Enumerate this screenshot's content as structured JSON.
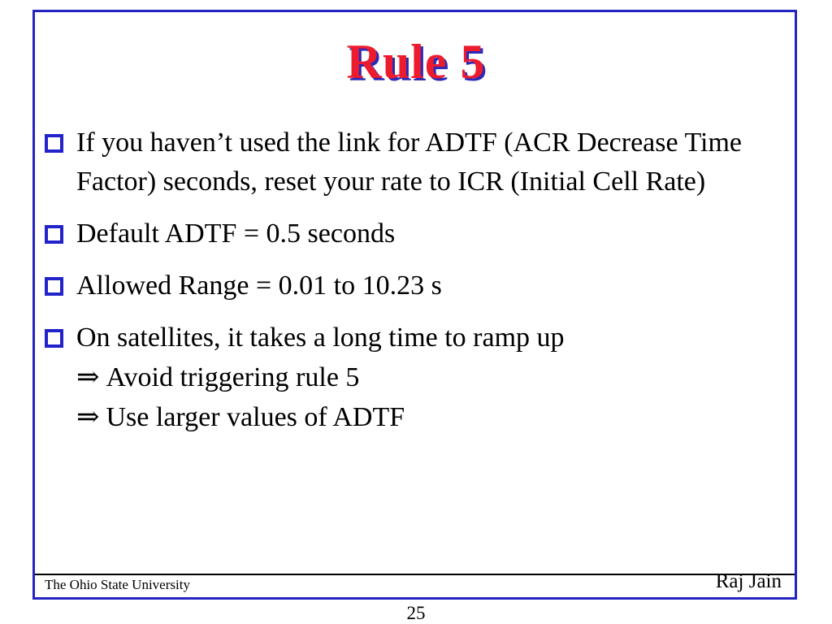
{
  "slide": {
    "title": "Rule 5",
    "arrow": "⇒",
    "bullets": [
      {
        "text": "If you haven’t used the link for ADTF (ACR Decrease Time Factor) seconds, reset your rate to ICR (Initial Cell Rate)",
        "sub": []
      },
      {
        "text": "Default ADTF = 0.5 seconds",
        "sub": []
      },
      {
        "text": "Allowed Range = 0.01 to 10.23 s",
        "sub": []
      },
      {
        "text": "On satellites, it takes a long time to ramp up",
        "sub": [
          "Avoid triggering rule 5",
          "Use larger values of ADTF"
        ]
      }
    ],
    "footer": {
      "left": "The Ohio State University",
      "right": "Raj Jain"
    },
    "page_number": "25",
    "colors": {
      "border": "#2424c0",
      "title": "#ed1b2e",
      "title_shadow": "#2a2ab8",
      "bullet": "#2323cc",
      "text": "#000000"
    }
  }
}
